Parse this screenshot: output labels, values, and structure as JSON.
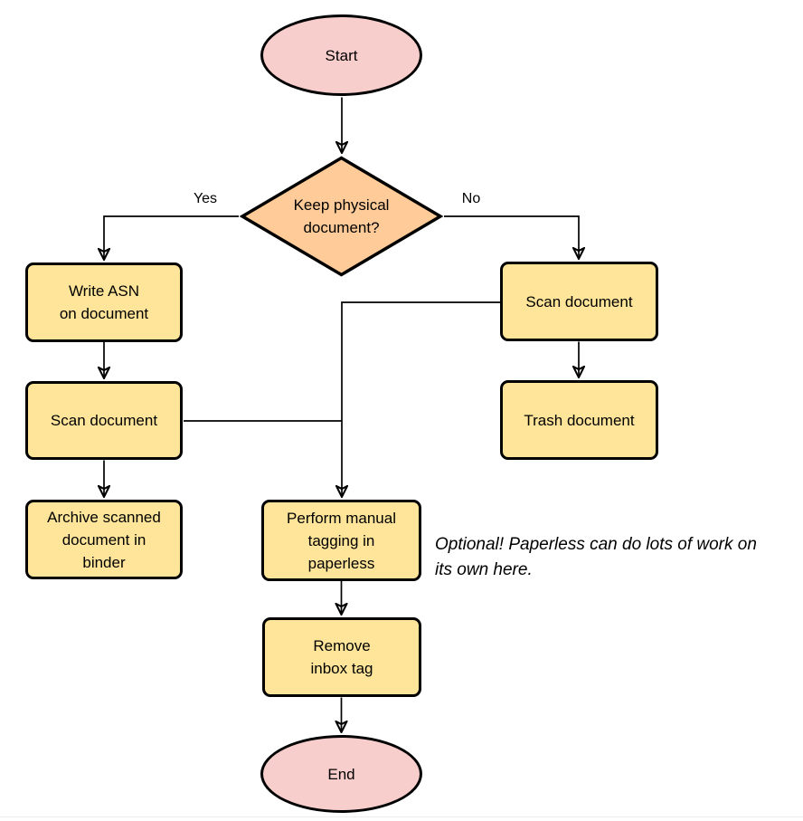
{
  "diagram": {
    "nodes": {
      "start": {
        "label": "Start",
        "type": "terminal"
      },
      "decision": {
        "label": "Keep physical\ndocument?",
        "type": "decision"
      },
      "write_asn": {
        "label": "Write ASN\non document",
        "type": "process"
      },
      "scan_left": {
        "label": "Scan document",
        "type": "process"
      },
      "archive": {
        "label": "Archive scanned\ndocument in\nbinder",
        "type": "process"
      },
      "scan_right": {
        "label": "Scan document",
        "type": "process"
      },
      "trash": {
        "label": "Trash document",
        "type": "process"
      },
      "tagging": {
        "label": "Perform manual\ntagging in\npaperless",
        "type": "process"
      },
      "remove_inbox": {
        "label": "Remove\ninbox tag",
        "type": "process"
      },
      "end": {
        "label": "End",
        "type": "terminal"
      }
    },
    "edge_labels": {
      "yes": "Yes",
      "no": "No"
    },
    "note": "Optional! Paperless can do lots of work on\nits own here.",
    "colors": {
      "terminal_fill": "#F8CECC",
      "decision_fill": "#FFCC99",
      "process_fill": "#FFE599",
      "stroke": "#000000"
    }
  }
}
